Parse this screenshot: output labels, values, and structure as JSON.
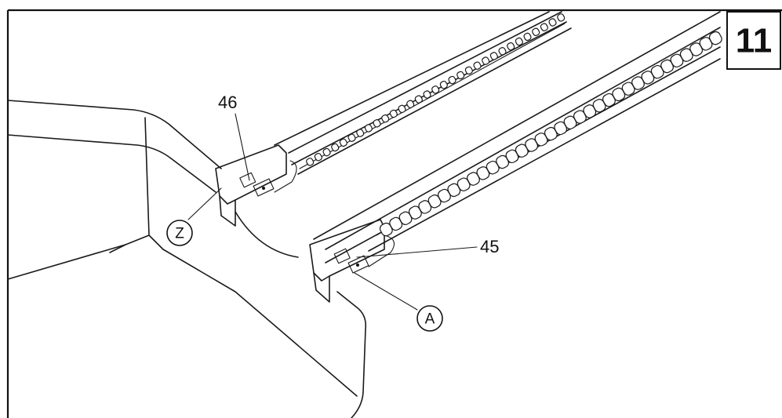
{
  "step_number": "11",
  "callouts": {
    "part_46": "46",
    "part_45": "45",
    "detail_z": "Z",
    "detail_a": "A"
  }
}
